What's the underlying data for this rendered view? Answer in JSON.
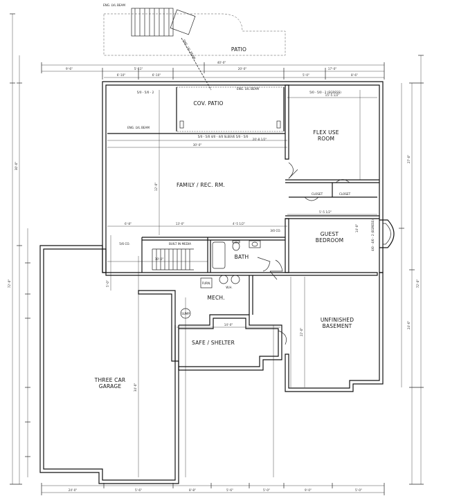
{
  "rooms": {
    "patio": "PATIO",
    "cov_patio": "COV. PATIO",
    "flex_1": "FLEX USE",
    "flex_2": "ROOM",
    "family": "FAMILY / REC. RM.",
    "guest_1": "GUEST",
    "guest_2": "BEDROOM",
    "bath": "BATH",
    "mech": "MECH.",
    "unfinished_1": "UNFINISHED",
    "unfinished_2": "BASEMENT",
    "safe": "SAFE / SHELTER",
    "garage_1": "THREE CAR",
    "garage_2": "GARAGE",
    "closet_1": "CLOSET",
    "closet_2": "CLOSET"
  },
  "notes": {
    "lvl_beam_top": "ENG. LVL BEAM",
    "lvl_beam_mid": "ENG. LVL BEAM",
    "lvl_beam_family": "ENG. LVL BEAM",
    "lvl_beam_diag": "ENG. LVL BEAM",
    "window_cov": "5/0 - 5/0 - 2",
    "window_flex": "5/0 - 5/0 - 2 (EGRESS)",
    "window_sleeve": "5/0 - 5/0     4/0 - 4/0 SLEEVE     5/0 - 5/0",
    "built_in": "BUILT IN MEDIA",
    "co_left": "5/6 CO.",
    "co_right": "3/0 CO.",
    "furn": "FURN.",
    "wh": "W.H.",
    "sump": "SUMP",
    "egress_right": "4/0 - 4/0 - 2 (EGRESS)"
  },
  "dims": {
    "top_overall": "40'-0\"",
    "top_a": "9'-6\"",
    "top_b": "6'-10\"",
    "top_c": "5'-11\"",
    "top_d": "6'-10\"",
    "top_e": "20'-0\"",
    "top_f": "5'-0\"",
    "top_g": "17'-0\"",
    "top_h": "8'-6\"",
    "span_family": "30'-0\"",
    "span_sleeve": "20'-8 1/2\"",
    "left_overall": "72'-0\"",
    "left_upper": "30'-0\"",
    "right_overall": "72'-0\"",
    "right_a": "27'-0\"",
    "right_b": "24'-6\"",
    "garage_h": "34'-0\"",
    "bottom_a": "24'-0\"",
    "bottom_b": "5'-6\"",
    "bottom_c": "8'-8\"",
    "bottom_d": "5'-6\"",
    "bottom_e": "5'-0\"",
    "bottom_f": "9'-0\"",
    "bottom_g": "5'-0\"",
    "family_h": "12'-0\"",
    "flex_w": "15'-5 1/2\"",
    "closet_w": "5'-5 1/2\"",
    "guest_h": "14'-0\"",
    "mech_w": "10'-0\"",
    "safe_w": "14'-0\"",
    "unf_h": "22'-0\"",
    "stair": "5'-0\"",
    "family_left": "6'-8\"",
    "family_mid": "13'-0\"",
    "family_right": "4'-5 1/2\""
  }
}
